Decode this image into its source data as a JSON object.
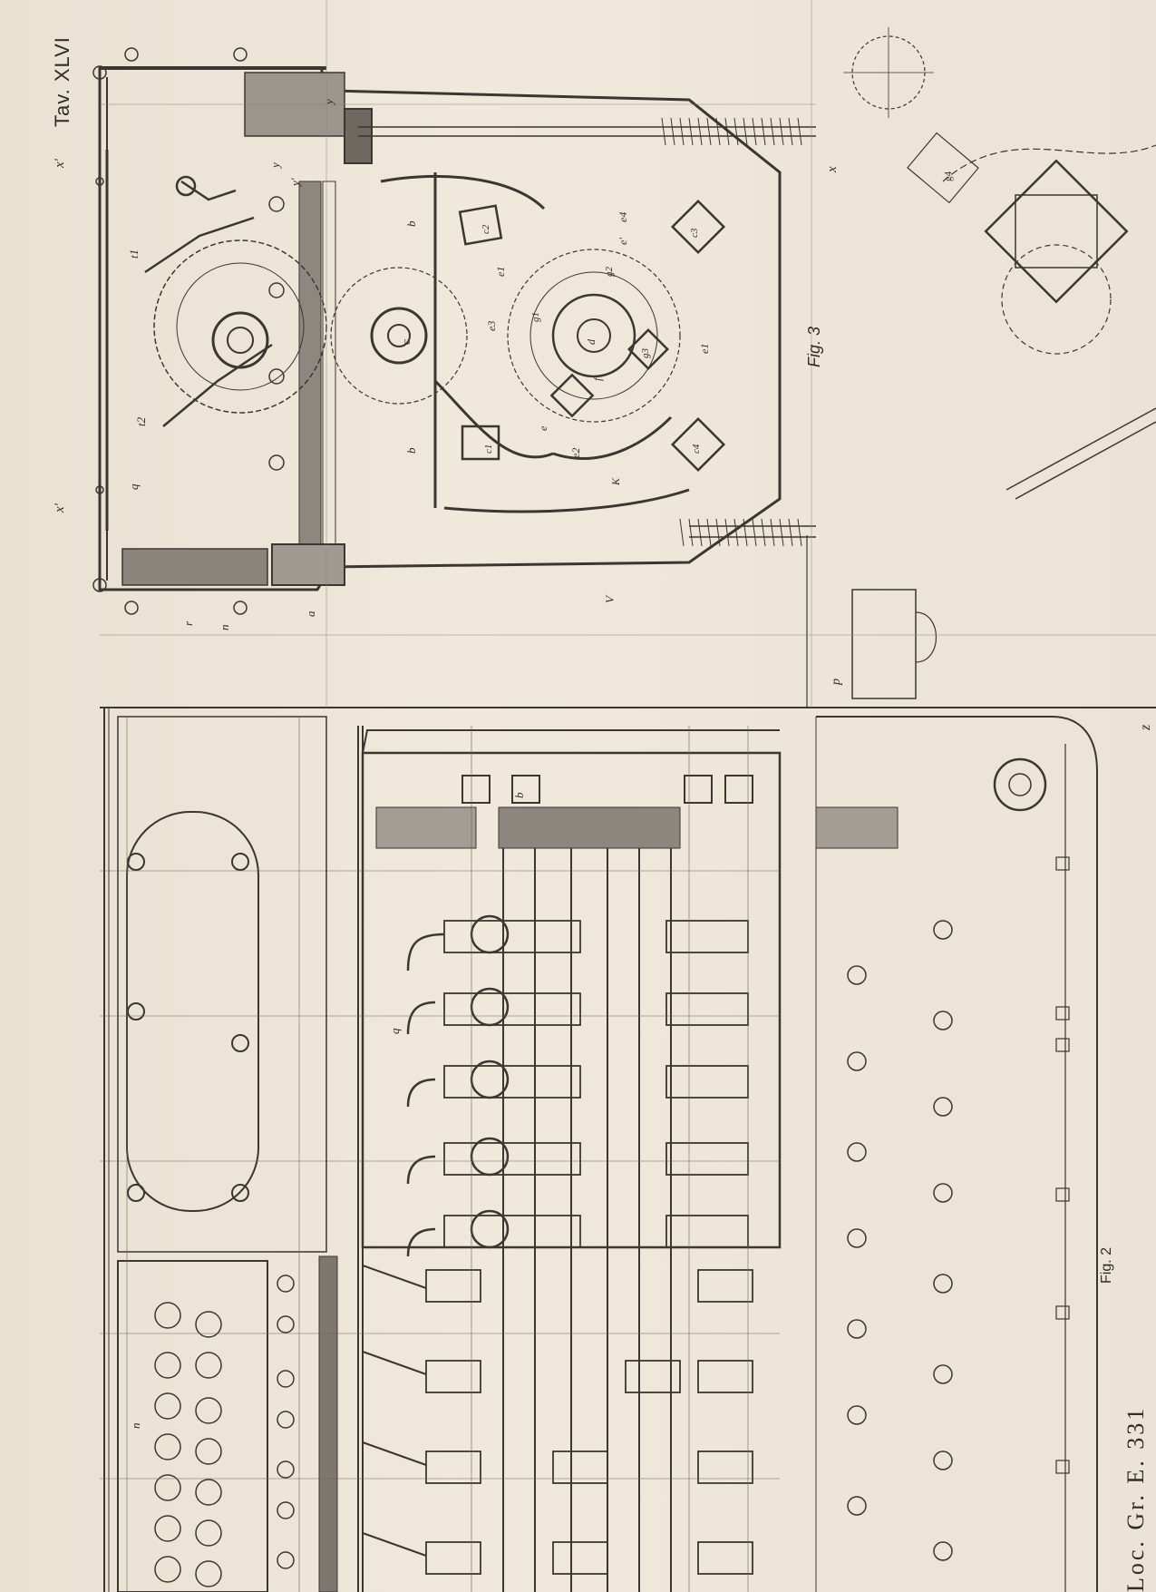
{
  "header": {
    "plate_label": "Tav. XLVI"
  },
  "figures": [
    {
      "id": "fig3",
      "caption": "Fig. 3"
    },
    {
      "id": "fig2",
      "caption": "Fig. 2"
    }
  ],
  "bottom_title": "Loc. Gr. E. 331",
  "annotations": {
    "fig3": [
      "x'",
      "x",
      "y",
      "y'",
      "y",
      "t1",
      "t2",
      "q",
      "x'",
      "r",
      "n",
      "a",
      "b",
      "b",
      "c",
      "V",
      "e3",
      "e1",
      "e4",
      "e'",
      "c1",
      "c2",
      "c3",
      "c4",
      "d",
      "e2",
      "K",
      "e",
      "f",
      "g1",
      "g2",
      "g3",
      "g4",
      "e1"
    ],
    "fig2": [
      "p",
      "z",
      "b",
      "q",
      "n"
    ]
  },
  "colors": {
    "paper": "#ece4d6",
    "ink": "#3a3631"
  }
}
